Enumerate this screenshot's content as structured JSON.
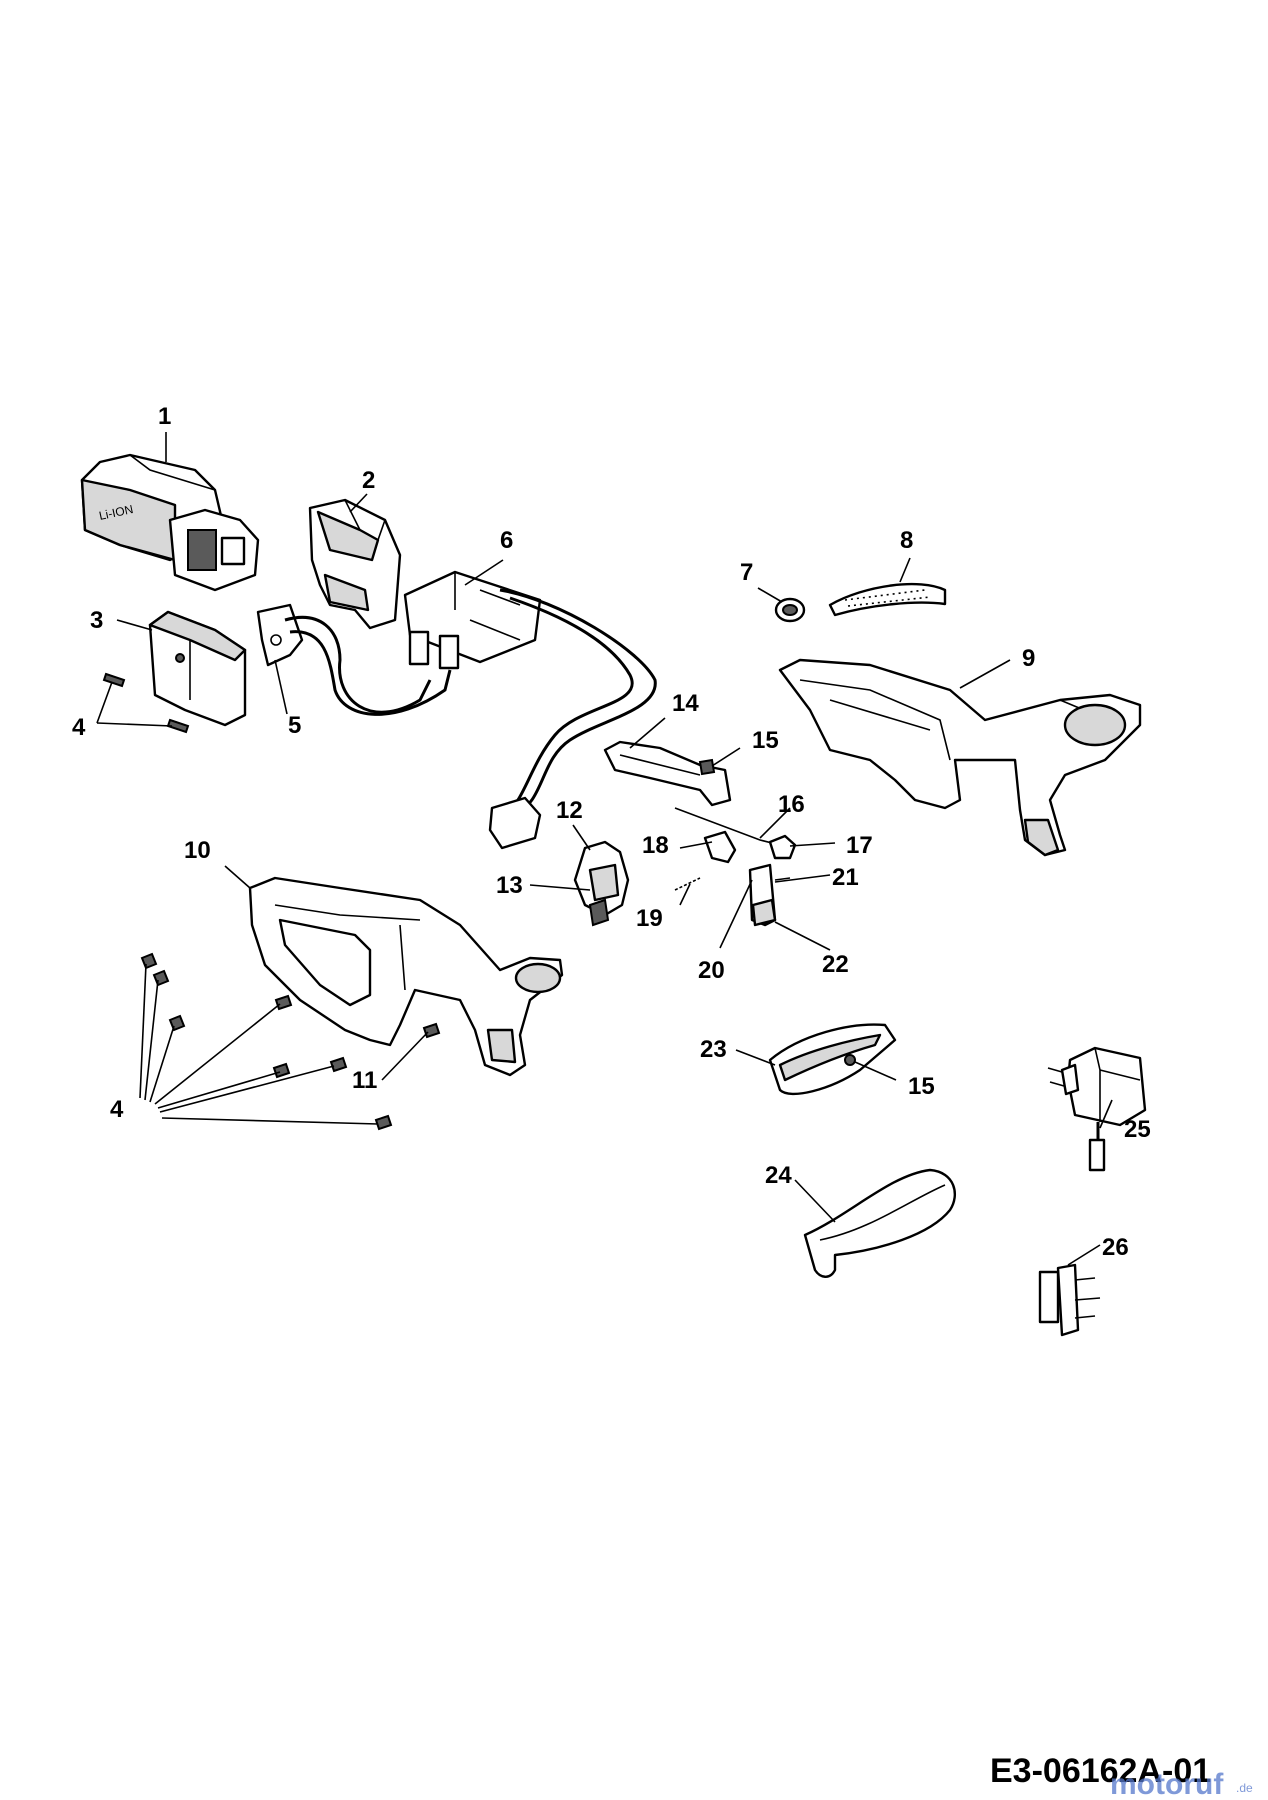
{
  "diagram": {
    "drawing_code": "E3-06162A-01",
    "watermark": {
      "brand": "motoruf",
      "suffix": ".de"
    },
    "callouts": [
      {
        "id": "c1",
        "text": "1"
      },
      {
        "id": "c2",
        "text": "2"
      },
      {
        "id": "c3",
        "text": "3"
      },
      {
        "id": "c4a",
        "text": "4"
      },
      {
        "id": "c4b",
        "text": "4"
      },
      {
        "id": "c5",
        "text": "5"
      },
      {
        "id": "c6",
        "text": "6"
      },
      {
        "id": "c7",
        "text": "7"
      },
      {
        "id": "c8",
        "text": "8"
      },
      {
        "id": "c9",
        "text": "9"
      },
      {
        "id": "c10",
        "text": "10"
      },
      {
        "id": "c11",
        "text": "11"
      },
      {
        "id": "c12",
        "text": "12"
      },
      {
        "id": "c13",
        "text": "13"
      },
      {
        "id": "c14",
        "text": "14"
      },
      {
        "id": "c15a",
        "text": "15"
      },
      {
        "id": "c15b",
        "text": "15"
      },
      {
        "id": "c16",
        "text": "16"
      },
      {
        "id": "c17",
        "text": "17"
      },
      {
        "id": "c18",
        "text": "18"
      },
      {
        "id": "c19",
        "text": "19"
      },
      {
        "id": "c20",
        "text": "20"
      },
      {
        "id": "c21",
        "text": "21"
      },
      {
        "id": "c22",
        "text": "22"
      },
      {
        "id": "c23",
        "text": "23"
      },
      {
        "id": "c24",
        "text": "24"
      },
      {
        "id": "c25",
        "text": "25"
      },
      {
        "id": "c26",
        "text": "26"
      }
    ],
    "battery_marking": "Li-ION"
  }
}
